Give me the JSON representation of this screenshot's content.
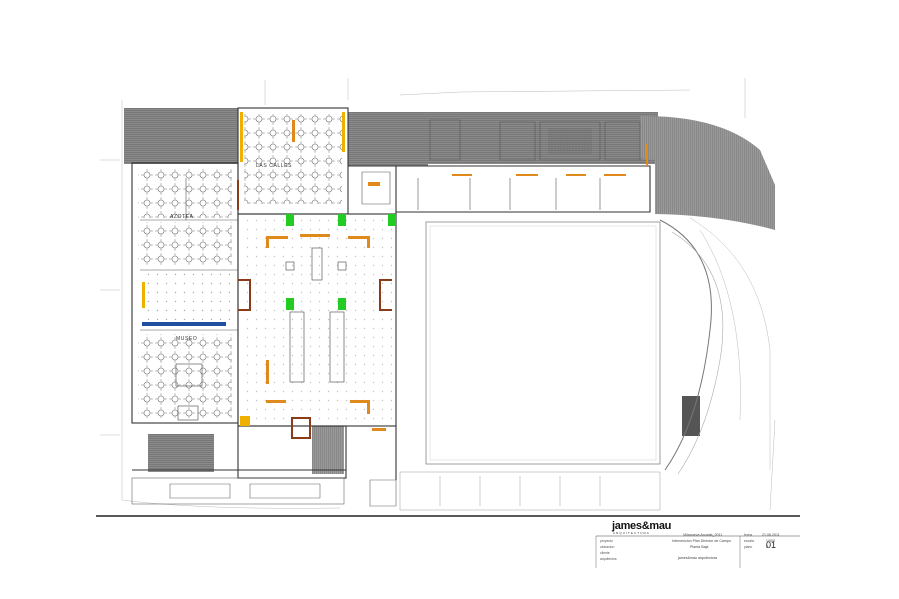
{
  "rooms": {
    "las_calles": "LAS CALLES",
    "azotea": "AZOTEA",
    "museo": "MUSEO"
  },
  "title_block": {
    "logo": "james&mau",
    "logo_sub": "ARQUITECTURA",
    "left_labels": [
      "proyecto",
      "ubicacion",
      "cliente",
      "arquitectos"
    ],
    "project_lines": [
      "Villanueva Arcadia_2011",
      "Intervencion Plan Director de Campo",
      "Planta Baja",
      "james&mau arquitectura"
    ],
    "right_labels": [
      "fecha",
      "escala",
      "plano"
    ],
    "right_values": [
      "21.06.2011",
      "1/500",
      "E"
    ],
    "sheet_number": "01"
  },
  "colors": {
    "orange": "#e08a1e",
    "yellow": "#f0b000",
    "brown": "#8b3a1a",
    "green": "#22cc22",
    "blue": "#1e4fa0",
    "hatch": "#6a6a6a",
    "line": "#333333"
  }
}
